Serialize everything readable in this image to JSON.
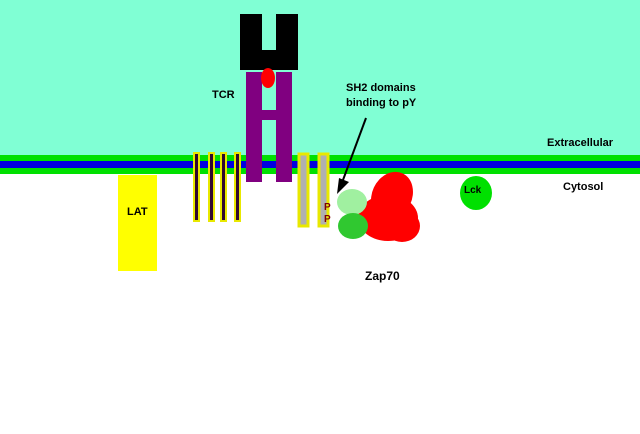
{
  "labels": {
    "tcr": "TCR",
    "lat": "LAT",
    "extracellular": "Extracellular",
    "cytosol": "Cytosol",
    "sh2_line1": "SH2 domains",
    "sh2_line2": "binding to pY",
    "lck": "Lck",
    "zap70": "Zap70",
    "phospho_1": "P",
    "phospho_2": "P"
  },
  "colors": {
    "extracellular": "#80FFD4",
    "membrane_green": "#00E000",
    "membrane_blue": "#0000E0",
    "tcr": "#800080",
    "tcr_head": "#000000",
    "antigen": "#FF0000",
    "lat": "#FFFF00",
    "zap70": "#FF0000",
    "sh2_upper": "#A0F0A0",
    "sh2_lower": "#30C830",
    "lck": "#00E000",
    "itam_border": "#E8E800",
    "itam_fill_dark": "#300830",
    "itam_fill_grey": "#B0B0B0",
    "phospho_text": "#800000"
  }
}
